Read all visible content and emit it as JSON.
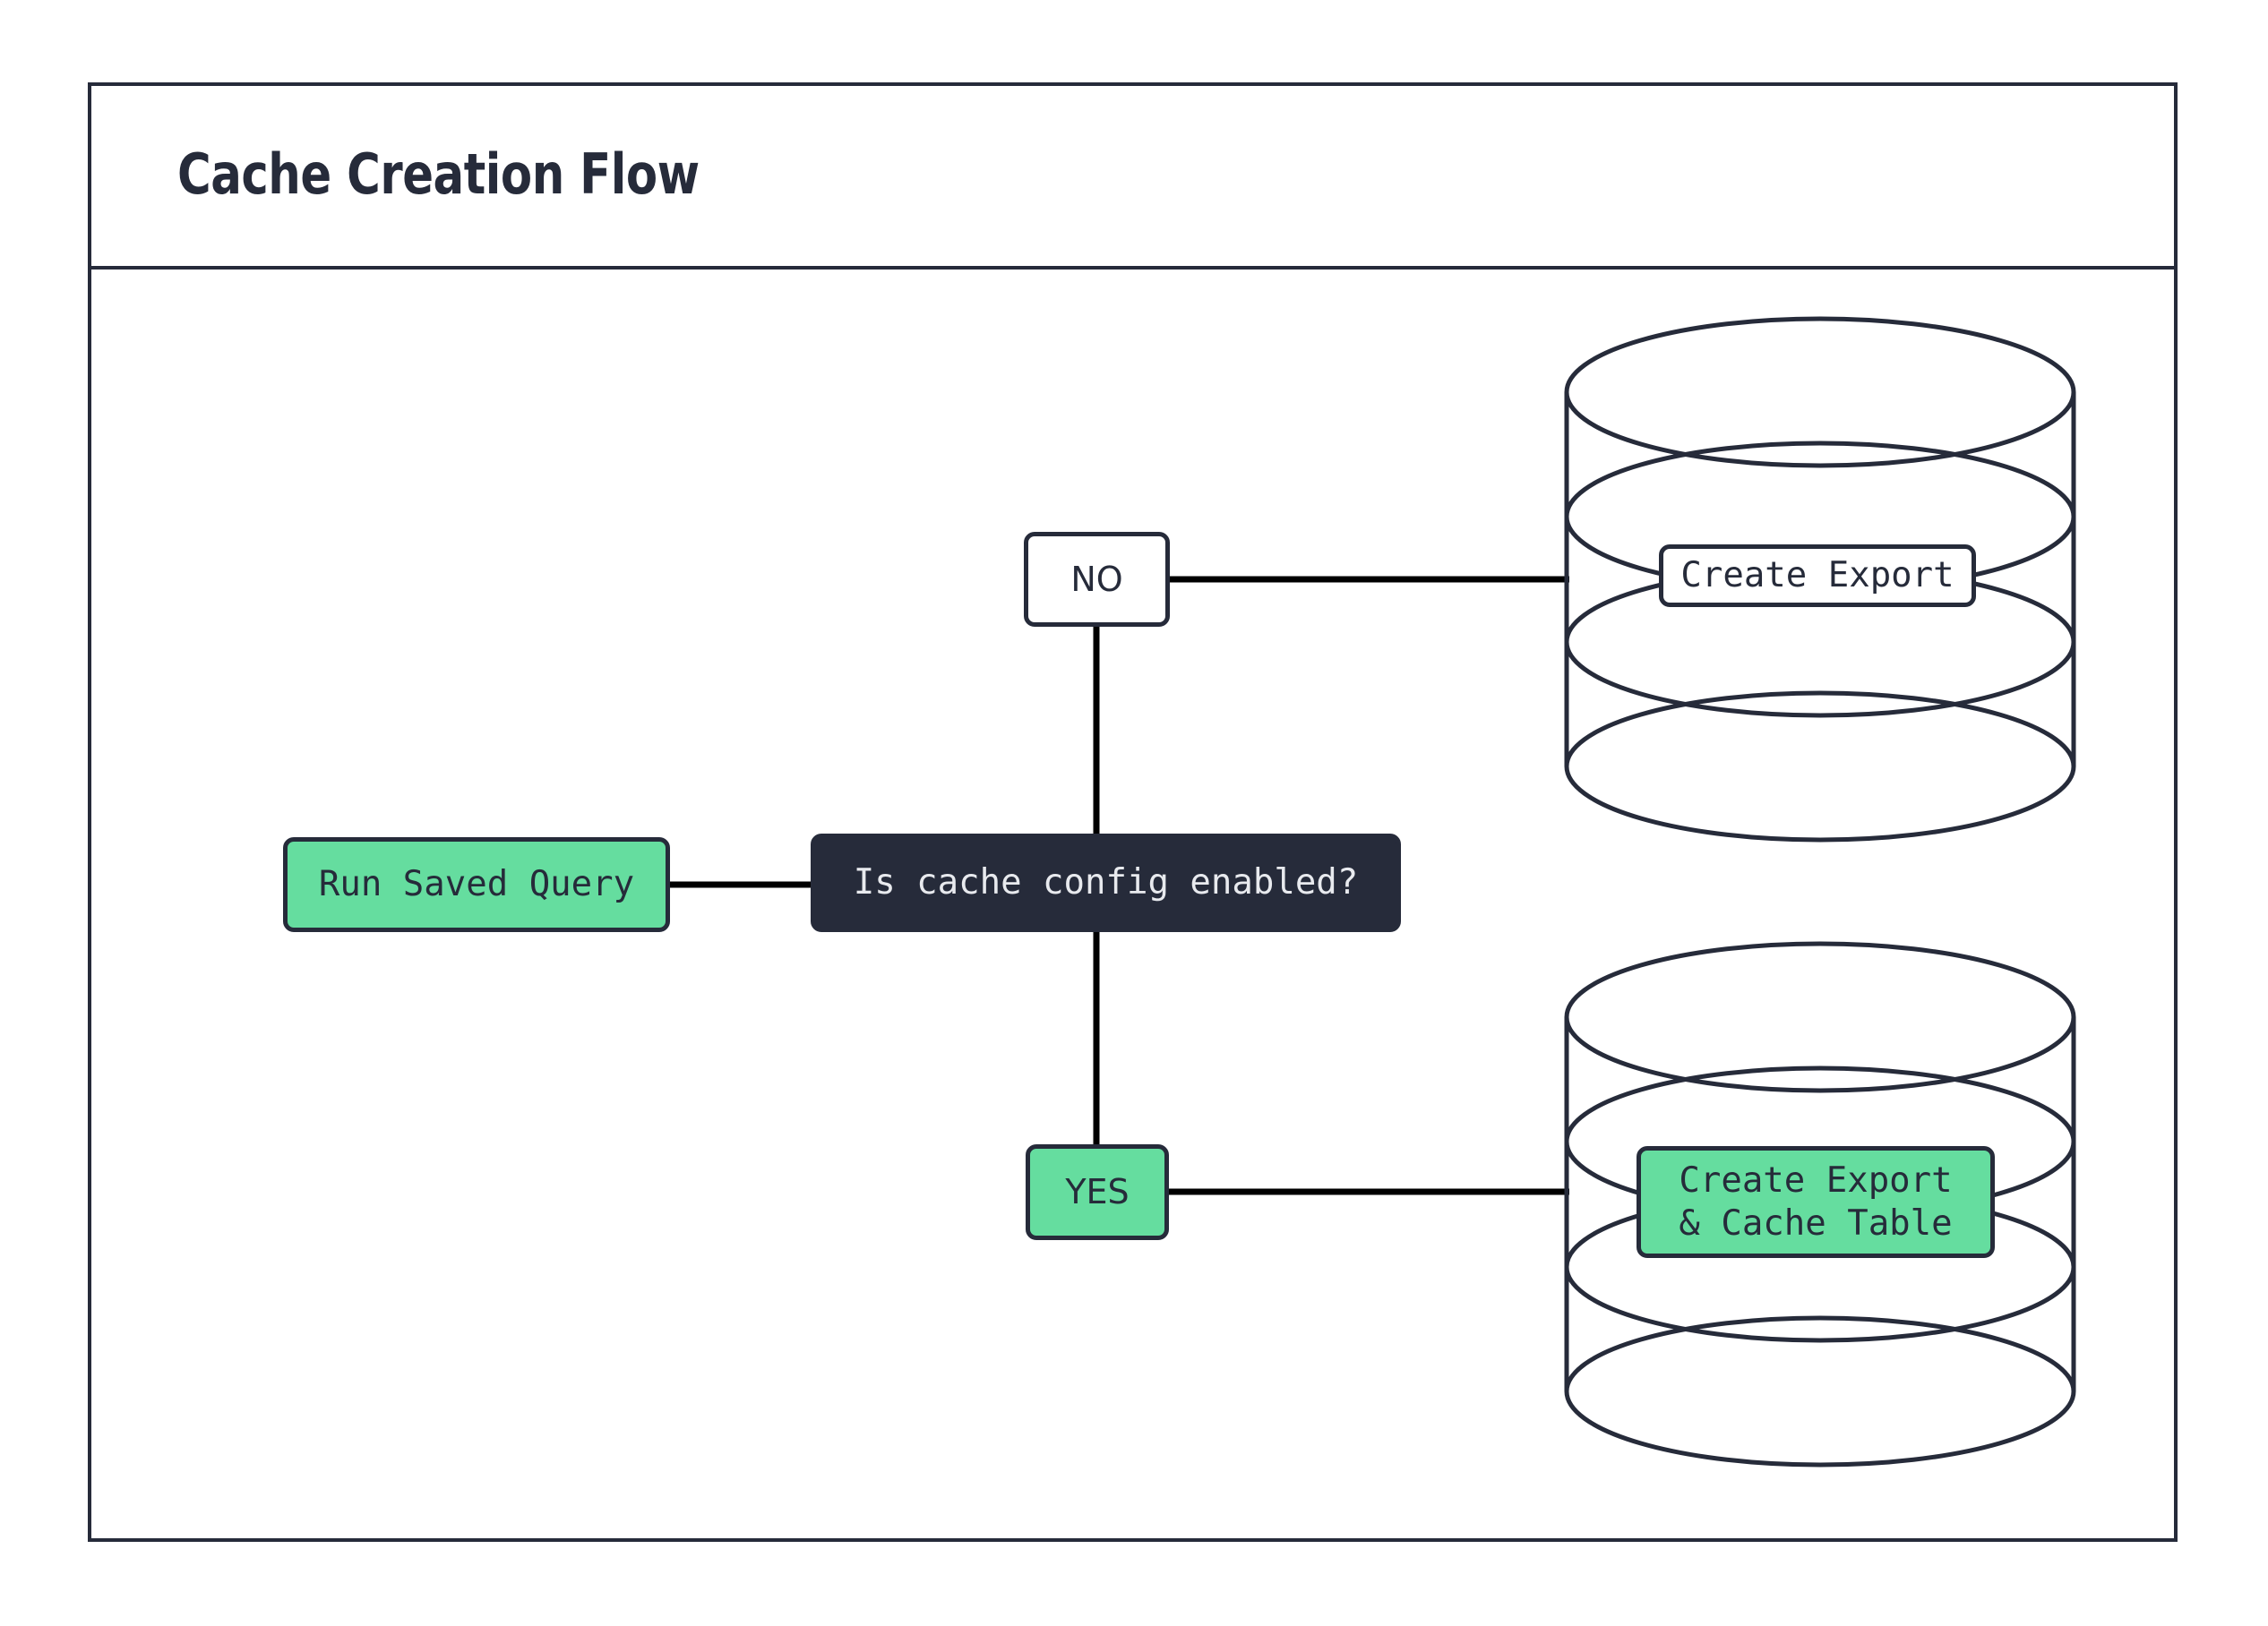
{
  "diagram": {
    "title": "Cache Creation Flow",
    "type": "flowchart",
    "accent_green": "#65DD9F",
    "dark_navy": "#262B3A",
    "background": "#ffffff",
    "nodes": [
      {
        "id": "run-saved-query",
        "label": "Run Saved Query",
        "shape": "rounded-rect",
        "style": "green"
      },
      {
        "id": "decision",
        "label": "Is cache config enabled?",
        "shape": "rounded-rect",
        "style": "dark"
      },
      {
        "id": "no",
        "label": "NO",
        "shape": "rounded-rect",
        "style": "white"
      },
      {
        "id": "yes",
        "label": "YES",
        "shape": "rounded-rect",
        "style": "green"
      },
      {
        "id": "create-export",
        "label": "Create Export",
        "shape": "database-cylinder",
        "style": "white"
      },
      {
        "id": "create-export-cache-table",
        "label": "Create Export\n& Cache Table",
        "shape": "database-cylinder",
        "style": "green"
      }
    ],
    "edges": [
      {
        "from": "run-saved-query",
        "to": "decision"
      },
      {
        "from": "decision",
        "to": "no"
      },
      {
        "from": "decision",
        "to": "yes"
      },
      {
        "from": "no",
        "to": "create-export"
      },
      {
        "from": "yes",
        "to": "create-export-cache-table"
      }
    ]
  }
}
